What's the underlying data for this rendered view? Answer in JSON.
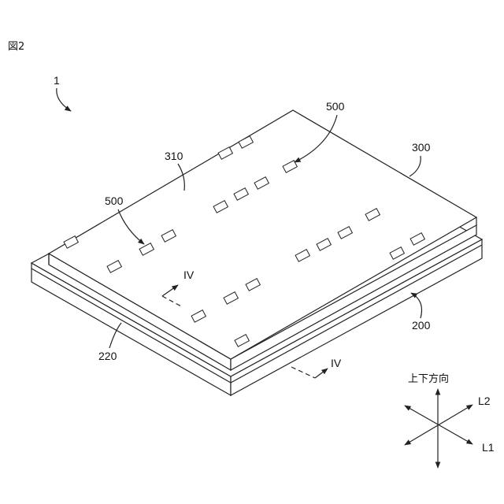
{
  "figure_label": "図2",
  "labels": {
    "device": "1",
    "cover": "300",
    "cover_surface": "310",
    "component_top": "500",
    "component_left": "500",
    "base": "200",
    "base_side": "220",
    "section_top": "IV",
    "section_bottom": "IV"
  },
  "axes": {
    "vertical": "上下方向",
    "dir_l1": "L1",
    "dir_l2": "L2"
  },
  "icons": {
    "component": "chip-icon",
    "axis": "direction-arrows-icon"
  }
}
